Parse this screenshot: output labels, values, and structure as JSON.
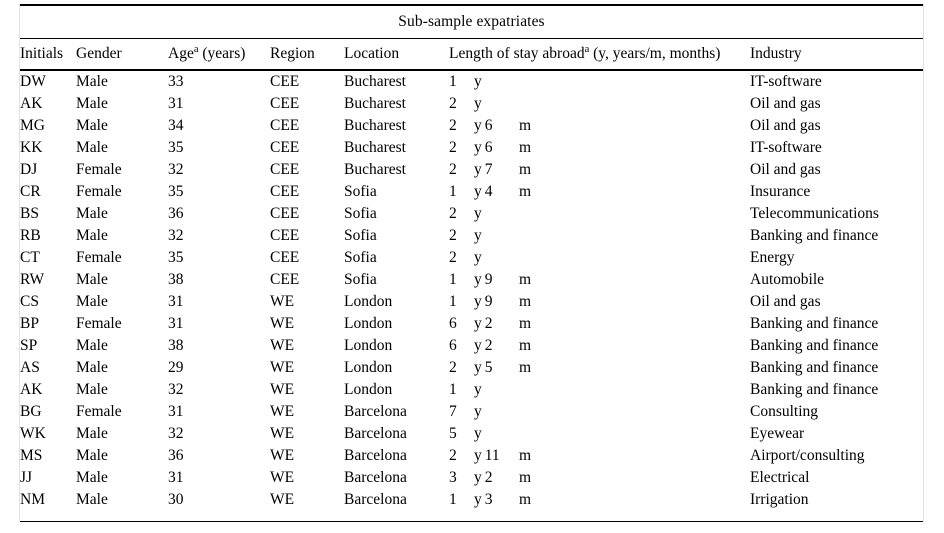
{
  "table": {
    "title": "Sub-sample expatriates",
    "columns": {
      "initials": "Initials",
      "gender": "Gender",
      "age": "Age",
      "age_sup": "a",
      "age_unit": "(years)",
      "region": "Region",
      "location": "Location",
      "length_of_stay": "Length of stay abroad",
      "length_sup": "a",
      "length_unit": "(y, years/m, months)",
      "industry": "Industry"
    },
    "rows": [
      {
        "initials": "DW",
        "gender": "Male",
        "age": "33",
        "region": "CEE",
        "location": "Bucharest",
        "years": "1",
        "y": "y",
        "months": "",
        "m": "",
        "industry": "IT-software"
      },
      {
        "initials": "AK",
        "gender": "Male",
        "age": "31",
        "region": "CEE",
        "location": "Bucharest",
        "years": "2",
        "y": "y",
        "months": "",
        "m": "",
        "industry": "Oil and gas"
      },
      {
        "initials": "MG",
        "gender": "Male",
        "age": "34",
        "region": "CEE",
        "location": "Bucharest",
        "years": "2",
        "y": "y",
        "months": "6",
        "m": "m",
        "industry": "Oil and gas"
      },
      {
        "initials": "KK",
        "gender": "Male",
        "age": "35",
        "region": "CEE",
        "location": "Bucharest",
        "years": "2",
        "y": "y",
        "months": "6",
        "m": "m",
        "industry": "IT-software"
      },
      {
        "initials": "DJ",
        "gender": "Female",
        "age": "32",
        "region": "CEE",
        "location": "Bucharest",
        "years": "2",
        "y": "y",
        "months": "7",
        "m": "m",
        "industry": "Oil and gas"
      },
      {
        "initials": "CR",
        "gender": "Female",
        "age": "35",
        "region": "CEE",
        "location": "Sofia",
        "years": "1",
        "y": "y",
        "months": "4",
        "m": "m",
        "industry": "Insurance"
      },
      {
        "initials": "BS",
        "gender": "Male",
        "age": "36",
        "region": "CEE",
        "location": "Sofia",
        "years": "2",
        "y": "y",
        "months": "",
        "m": "",
        "industry": "Telecommunications"
      },
      {
        "initials": "RB",
        "gender": "Male",
        "age": "32",
        "region": "CEE",
        "location": "Sofia",
        "years": "2",
        "y": "y",
        "months": "",
        "m": "",
        "industry": "Banking and finance"
      },
      {
        "initials": "CT",
        "gender": "Female",
        "age": "35",
        "region": "CEE",
        "location": "Sofia",
        "years": "2",
        "y": "y",
        "months": "",
        "m": "",
        "industry": "Energy"
      },
      {
        "initials": "RW",
        "gender": "Male",
        "age": "38",
        "region": "CEE",
        "location": "Sofia",
        "years": "1",
        "y": "y",
        "months": "9",
        "m": "m",
        "industry": "Automobile"
      },
      {
        "initials": "CS",
        "gender": "Male",
        "age": "31",
        "region": "WE",
        "location": "London",
        "years": "1",
        "y": "y",
        "months": "9",
        "m": "m",
        "industry": "Oil and gas"
      },
      {
        "initials": "BP",
        "gender": "Female",
        "age": "31",
        "region": "WE",
        "location": "London",
        "years": "6",
        "y": "y",
        "months": "2",
        "m": "m",
        "industry": "Banking and finance"
      },
      {
        "initials": "SP",
        "gender": "Male",
        "age": "38",
        "region": "WE",
        "location": "London",
        "years": "6",
        "y": "y",
        "months": "2",
        "m": "m",
        "industry": "Banking and finance"
      },
      {
        "initials": "AS",
        "gender": "Male",
        "age": "29",
        "region": "WE",
        "location": "London",
        "years": "2",
        "y": "y",
        "months": "5",
        "m": "m",
        "industry": "Banking and finance"
      },
      {
        "initials": "AK",
        "gender": "Male",
        "age": "32",
        "region": "WE",
        "location": "London",
        "years": "1",
        "y": "y",
        "months": "",
        "m": "",
        "industry": "Banking and finance"
      },
      {
        "initials": "BG",
        "gender": "Female",
        "age": "31",
        "region": "WE",
        "location": "Barcelona",
        "years": "7",
        "y": "y",
        "months": "",
        "m": "",
        "industry": "Consulting"
      },
      {
        "initials": "WK",
        "gender": "Male",
        "age": "32",
        "region": "WE",
        "location": "Barcelona",
        "years": "5",
        "y": "y",
        "months": "",
        "m": "",
        "industry": "Eyewear"
      },
      {
        "initials": "MS",
        "gender": "Male",
        "age": "36",
        "region": "WE",
        "location": "Barcelona",
        "years": "2",
        "y": "y",
        "months": "11",
        "m": "m",
        "industry": "Airport/consulting"
      },
      {
        "initials": "JJ",
        "gender": "Male",
        "age": "31",
        "region": "WE",
        "location": "Barcelona",
        "years": "3",
        "y": "y",
        "months": "2",
        "m": "m",
        "industry": "Electrical"
      },
      {
        "initials": "NM",
        "gender": "Male",
        "age": "30",
        "region": "WE",
        "location": "Barcelona",
        "years": "1",
        "y": "y",
        "months": "3",
        "m": "m",
        "industry": "Irrigation"
      }
    ]
  }
}
